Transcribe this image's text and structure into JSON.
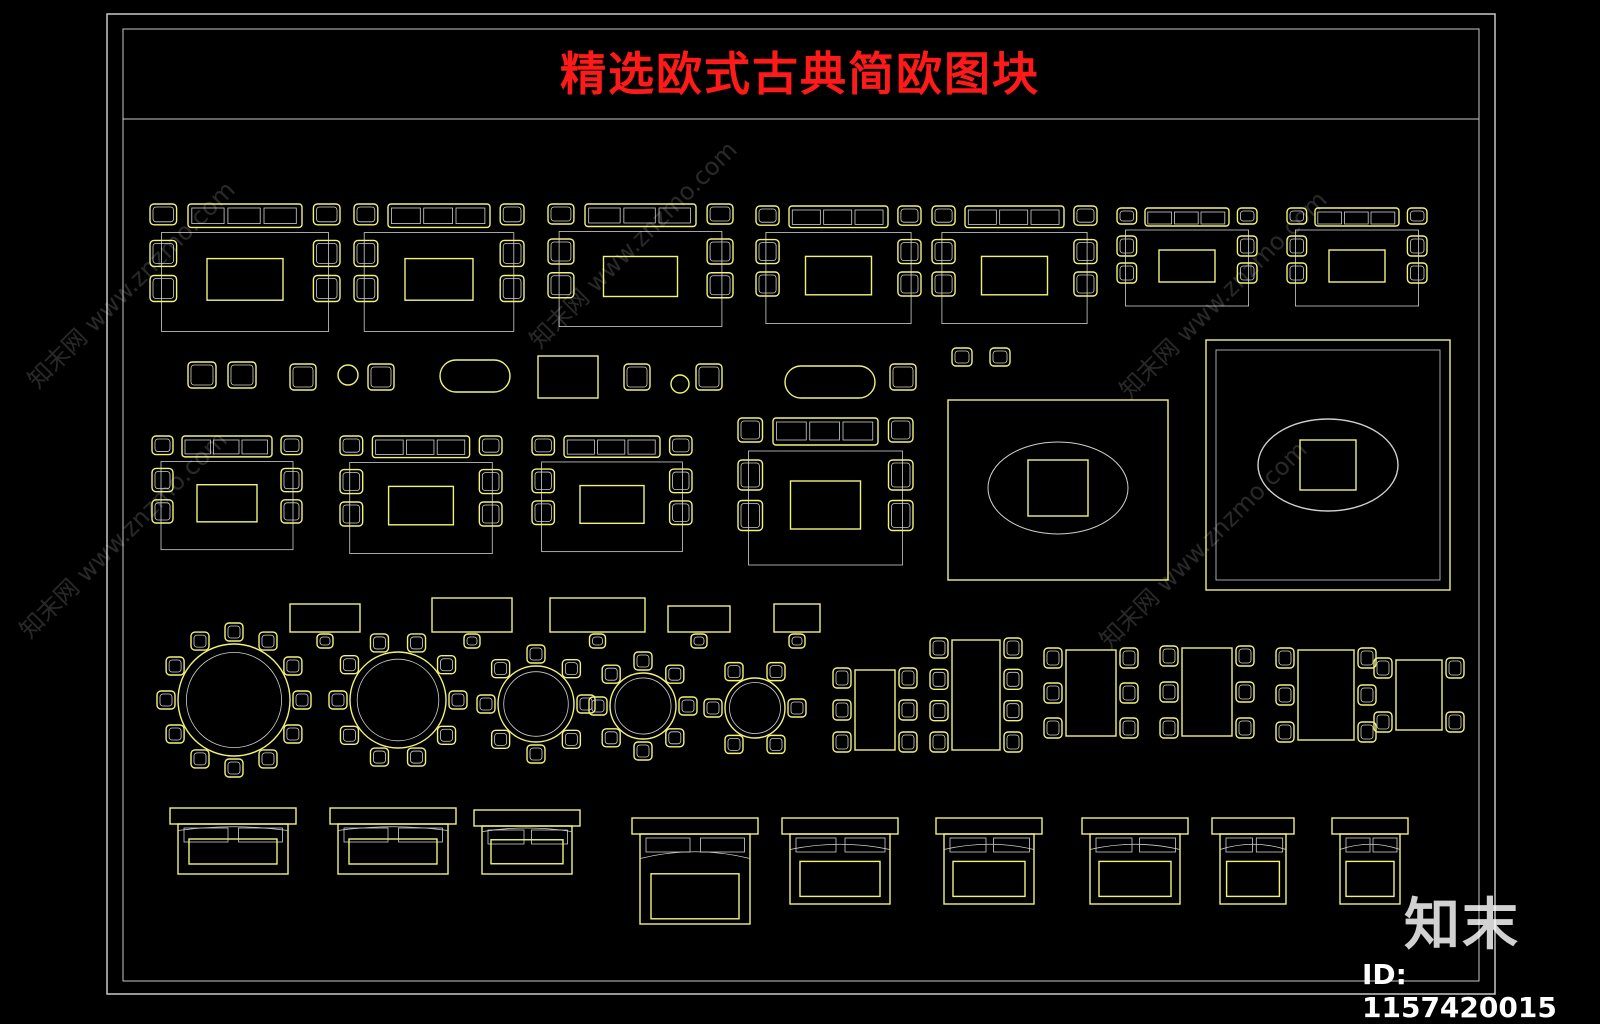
{
  "title": "精选欧式古典简欧图块",
  "watermark": {
    "logo": "知末",
    "id_label": "ID: 1157420015",
    "url": "知末网 www.znzmo.com"
  },
  "colors": {
    "background": "#000000",
    "frame": "#c8c8c8",
    "title": "#ff1a1a",
    "blocks": "#f2f27a",
    "detail": "#cfcfcf"
  },
  "block_groups": [
    {
      "row": 1,
      "name": "sofa-sets-top",
      "count": 7
    },
    {
      "row": 2,
      "name": "small-chair-groups",
      "count": 10
    },
    {
      "row": 3,
      "name": "sofa-sets-middle",
      "count": 6
    },
    {
      "row": 4,
      "name": "desks",
      "count": 5
    },
    {
      "row": 5,
      "name": "dining-tables",
      "count": 11
    },
    {
      "row": 6,
      "name": "beds",
      "count": 9
    }
  ]
}
